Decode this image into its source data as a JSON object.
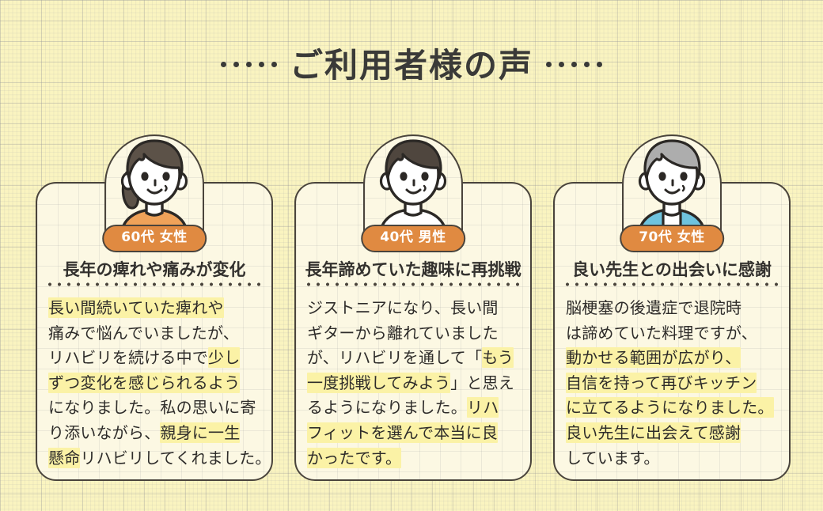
{
  "header": {
    "title": "ご利用者様の声",
    "left_dots": 5,
    "right_dots": 5
  },
  "theme": {
    "page_background": "#FAF4C0",
    "grid_line": "#969696",
    "card_background": "#FCF8E3",
    "card_border": "#4A443C",
    "badge_background": "#E08A41",
    "badge_text": "#FFFFFF",
    "highlight": "#FBF2A6",
    "heading_text": "#33312E",
    "body_text": "#2E2C2A"
  },
  "cards": [
    {
      "badge": "60代 女性",
      "heading": "長年の痺れや痛みが変化",
      "avatar": {
        "name": "avatar-woman-60s",
        "hair_color": "#5C5248",
        "clothing_color": "#EFA259",
        "skin_color": "#FFFFFF",
        "has_ponytail": true
      },
      "lines": [
        [
          {
            "t": "長い間続いていた痺れや",
            "hl": true
          }
        ],
        [
          {
            "t": "痛みで悩んでいましたが、",
            "hl": false
          }
        ],
        [
          {
            "t": "リハビリを続ける中で",
            "hl": false
          },
          {
            "t": "少し",
            "hl": true
          }
        ],
        [
          {
            "t": "ずつ変化を感じられるよう",
            "hl": true
          }
        ],
        [
          {
            "t": "になりました。私の思いに寄",
            "hl": false
          }
        ],
        [
          {
            "t": "り添いながら、",
            "hl": false
          },
          {
            "t": "親身に一生",
            "hl": true
          }
        ],
        [
          {
            "t": "懸命",
            "hl": true
          },
          {
            "t": "リハビリしてくれました。",
            "hl": false
          }
        ]
      ],
      "full_text": "長い間続いていた痺れや痛みで悩んでいましたが、リハビリを続ける中で少しずつ変化を感じられるようになりました。私の思いに寄り添いながら、親身に一生懸命リハビリしてくれました。"
    },
    {
      "badge": "40代 男性",
      "heading": "長年諦めていた趣味に再挑戦",
      "avatar": {
        "name": "avatar-man-40s",
        "hair_color": "#4F463E",
        "clothing_color": "#FFFFFF",
        "skin_color": "#FFFFFF",
        "has_ponytail": false
      },
      "lines": [
        [
          {
            "t": "ジストニアになり、長い間",
            "hl": false
          }
        ],
        [
          {
            "t": "ギターから離れていました",
            "hl": false
          }
        ],
        [
          {
            "t": "が、リハビリを通して「",
            "hl": false
          },
          {
            "t": "もう",
            "hl": true
          }
        ],
        [
          {
            "t": "一度挑戦してみよう",
            "hl": true
          },
          {
            "t": "」と思え",
            "hl": false
          }
        ],
        [
          {
            "t": "るようになりました。",
            "hl": false
          },
          {
            "t": "リハ",
            "hl": true
          }
        ],
        [
          {
            "t": "フィットを選んで本当に良",
            "hl": true
          }
        ],
        [
          {
            "t": "かったです。",
            "hl": true
          }
        ]
      ],
      "full_text": "ジストニアになり、長い間ギターから離れていましたが、リハビリを通して「もう一度挑戦してみよう」と思えるようになりました。リハフィットを選んで本当に良かったです。"
    },
    {
      "badge": "70代 女性",
      "heading": "良い先生との出会いに感謝",
      "avatar": {
        "name": "avatar-woman-70s",
        "hair_color": "#ADADAD",
        "clothing_color": "#6EC3DE",
        "skin_color": "#FFFFFF",
        "has_ponytail": false
      },
      "lines": [
        [
          {
            "t": "脳梗塞の後遺症で退院時",
            "hl": false
          }
        ],
        [
          {
            "t": "は諦めていた料理ですが、",
            "hl": false
          }
        ],
        [
          {
            "t": "動かせる範囲が広がり、",
            "hl": true
          }
        ],
        [
          {
            "t": "自信を持って再びキッチン",
            "hl": true
          }
        ],
        [
          {
            "t": "に立てるようになりました。",
            "hl": true
          }
        ],
        [
          {
            "t": "良い先生に出会えて感謝",
            "hl": true
          }
        ],
        [
          {
            "t": "しています。",
            "hl": false
          }
        ]
      ],
      "full_text": "脳梗塞の後遺症で退院時は諦めていた料理ですが、動かせる範囲が広がり、自信を持って再びキッチンに立てるようになりました。良い先生に出会えて感謝しています。"
    }
  ]
}
